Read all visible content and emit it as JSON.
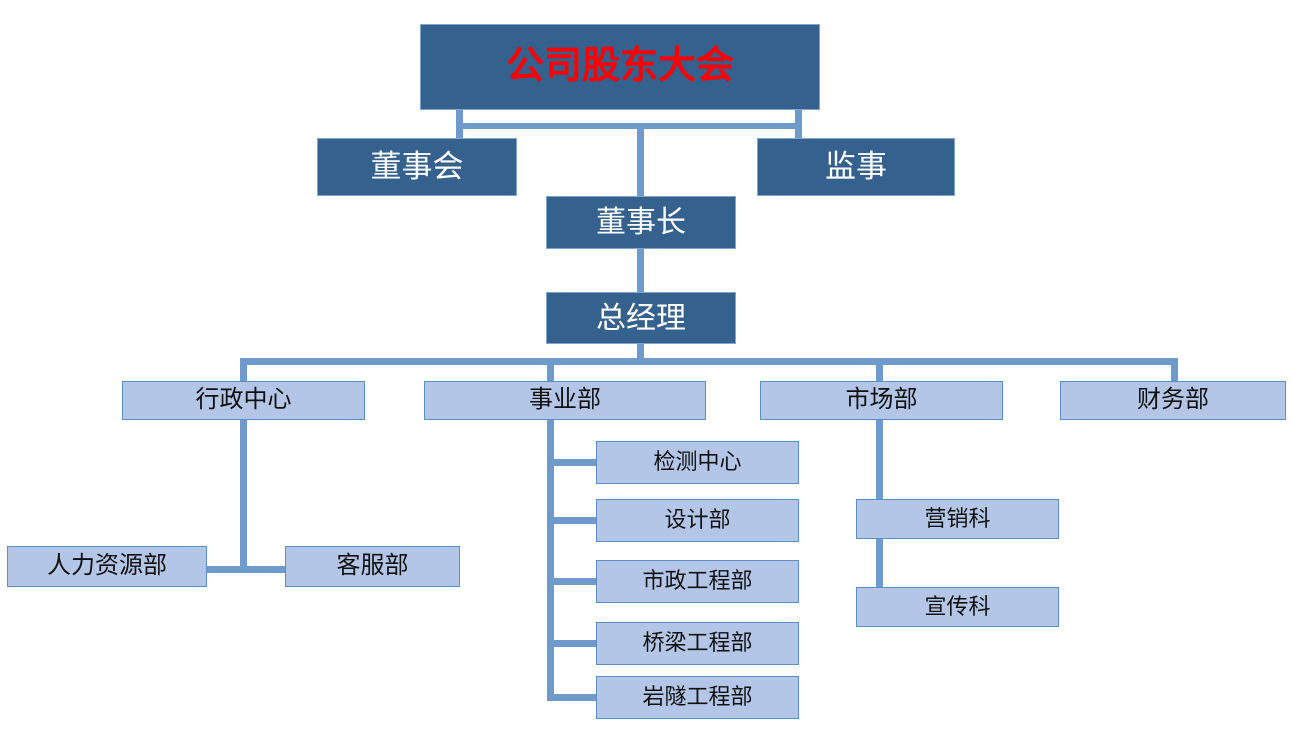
{
  "chart": {
    "type": "org-chart",
    "title": "公司股东大会",
    "colors": {
      "dark_fill": "#35618E",
      "dark_border": "#7FA6CE",
      "light_fill": "#B3C6E7",
      "light_border": "#5B8DC8",
      "connector": "#6E9BCB",
      "title_text": "#FF0000",
      "dark_text": "#FFFFFF",
      "light_text": "#111111",
      "background": "#FFFFFF"
    }
  },
  "nodes": {
    "shareholders_meeting": {
      "label": "公司股东大会",
      "level": 1,
      "style": "dark-title"
    },
    "board_of_directors": {
      "label": "董事会",
      "level": 2,
      "style": "dark"
    },
    "supervisor": {
      "label": "监事",
      "level": 2,
      "style": "dark"
    },
    "chairman": {
      "label": "董事长",
      "level": 3,
      "style": "dark"
    },
    "general_manager": {
      "label": "总经理",
      "level": 4,
      "style": "dark"
    },
    "admin_center": {
      "label": "行政中心",
      "level": 5,
      "style": "light"
    },
    "business_division": {
      "label": "事业部",
      "level": 5,
      "style": "light"
    },
    "marketing_dept": {
      "label": "市场部",
      "level": 5,
      "style": "light"
    },
    "finance_dept": {
      "label": "财务部",
      "level": 5,
      "style": "light"
    },
    "hr_dept": {
      "label": "人力资源部",
      "level": 6,
      "style": "light"
    },
    "customer_service_dept": {
      "label": "客服部",
      "level": 6,
      "style": "light"
    },
    "testing_center": {
      "label": "检测中心",
      "level": 6,
      "style": "light"
    },
    "design_dept": {
      "label": "设计部",
      "level": 6,
      "style": "light"
    },
    "municipal_engineering_dept": {
      "label": "市政工程部",
      "level": 6,
      "style": "light"
    },
    "bridge_engineering_dept": {
      "label": "桥梁工程部",
      "level": 6,
      "style": "light"
    },
    "rock_tunnel_engineering_dept": {
      "label": "岩隧工程部",
      "level": 6,
      "style": "light"
    },
    "sales_section": {
      "label": "营销科",
      "level": 6,
      "style": "light"
    },
    "publicity_section": {
      "label": "宣传科",
      "level": 7,
      "style": "light"
    }
  },
  "hierarchy": [
    {
      "parent": "shareholders_meeting",
      "children": [
        "board_of_directors",
        "supervisor",
        "chairman"
      ]
    },
    {
      "parent": "chairman",
      "children": [
        "general_manager"
      ]
    },
    {
      "parent": "general_manager",
      "children": [
        "admin_center",
        "business_division",
        "marketing_dept",
        "finance_dept"
      ]
    },
    {
      "parent": "admin_center",
      "children": [
        "hr_dept",
        "customer_service_dept"
      ]
    },
    {
      "parent": "business_division",
      "children": [
        "testing_center",
        "design_dept",
        "municipal_engineering_dept",
        "bridge_engineering_dept",
        "rock_tunnel_engineering_dept"
      ]
    },
    {
      "parent": "marketing_dept",
      "children": [
        "sales_section"
      ]
    },
    {
      "parent": "sales_section",
      "children": [
        "publicity_section"
      ]
    }
  ]
}
